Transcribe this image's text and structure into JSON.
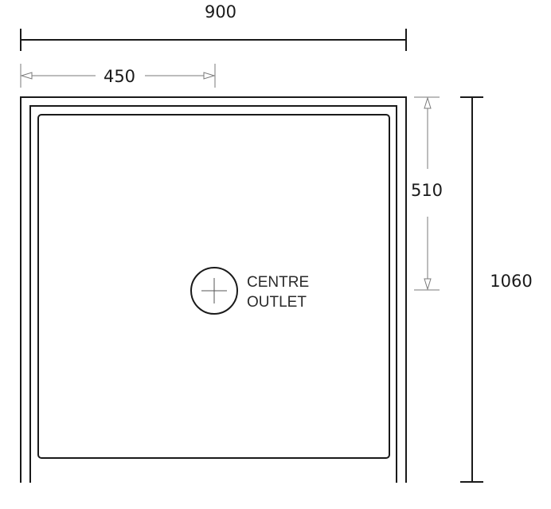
{
  "dimensions": {
    "overall_width": "900",
    "half_width": "450",
    "outlet_offset": "510",
    "overall_length": "1060"
  },
  "outlet": {
    "label_line1": "CENTRE",
    "label_line2": "OUTLET"
  },
  "colors": {
    "line": "#1a1a1a",
    "thin_line": "#7a7a7a",
    "background": "#ffffff"
  }
}
